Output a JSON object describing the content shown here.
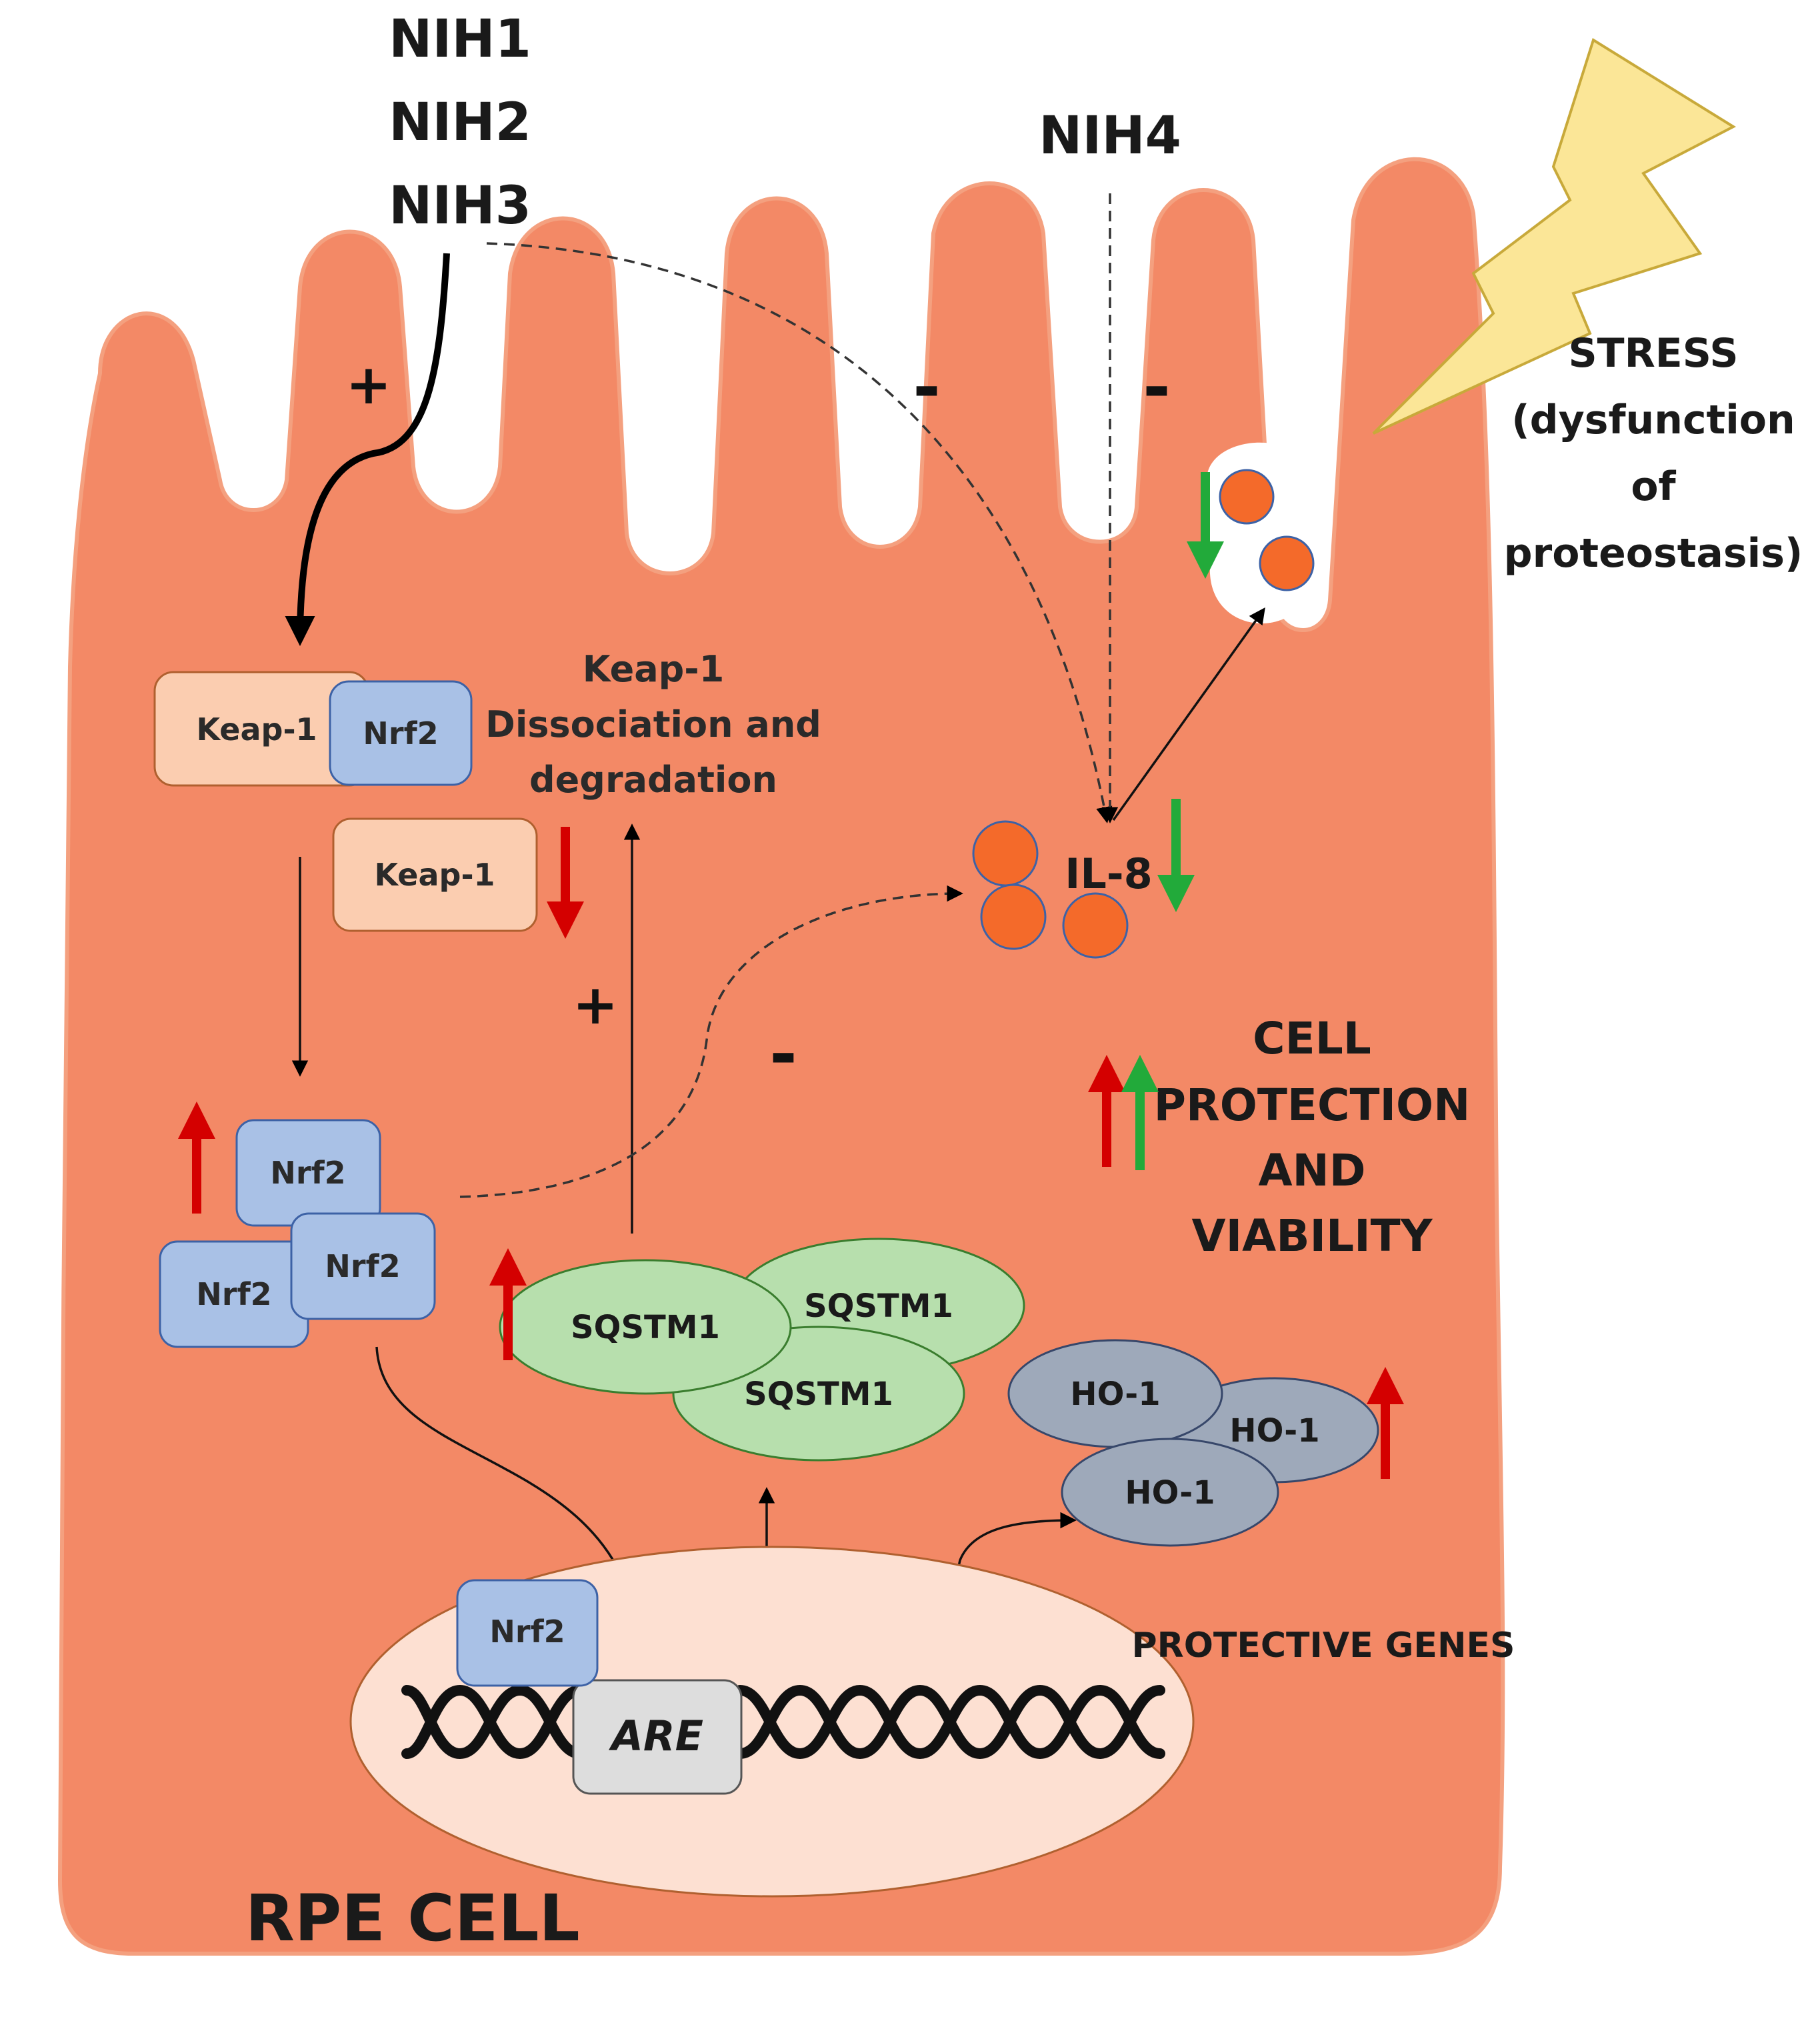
{
  "colors": {
    "cell": "#f38966",
    "cell_stroke": "#f4a07f",
    "keap_box": "#fbcdb0",
    "nrf_box": "#a9c1e6",
    "sqstm": "#b7dfad",
    "ho1": "#9ea9ba",
    "nucleus": "#fde0d2",
    "il8": "#f46a2a",
    "red_arrow": "#d40000",
    "green_arrow": "#22aa3a",
    "bolt": "#fbe697"
  },
  "drugs": {
    "nih1": "NIH1",
    "nih2": "NIH2",
    "nih3": "NIH3",
    "nih4": "NIH4"
  },
  "stress": {
    "line1": "STRESS",
    "line2": "(dysfunction",
    "line3": "of",
    "line4": "proteostasis)"
  },
  "signs": {
    "plus_top": "+",
    "minus_1": "-",
    "minus_2": "-",
    "plus_mid": "+",
    "minus_mid": "-"
  },
  "proteins": {
    "keap1": "Keap-1",
    "nrf2": "Nrf2",
    "sqstm1": "SQSTM1",
    "ho1": "HO-1",
    "are": "ARE",
    "il8": "IL-8"
  },
  "labels": {
    "dissoc1": "Keap-1",
    "dissoc2": "Dissociation and",
    "dissoc3": "degradation",
    "protective_genes": "PROTECTIVE GENES",
    "cell_prot1": "CELL",
    "cell_prot2": "PROTECTION",
    "cell_prot3": "AND",
    "cell_prot4": "VIABILITY",
    "rpe_cell": "RPE CELL"
  }
}
